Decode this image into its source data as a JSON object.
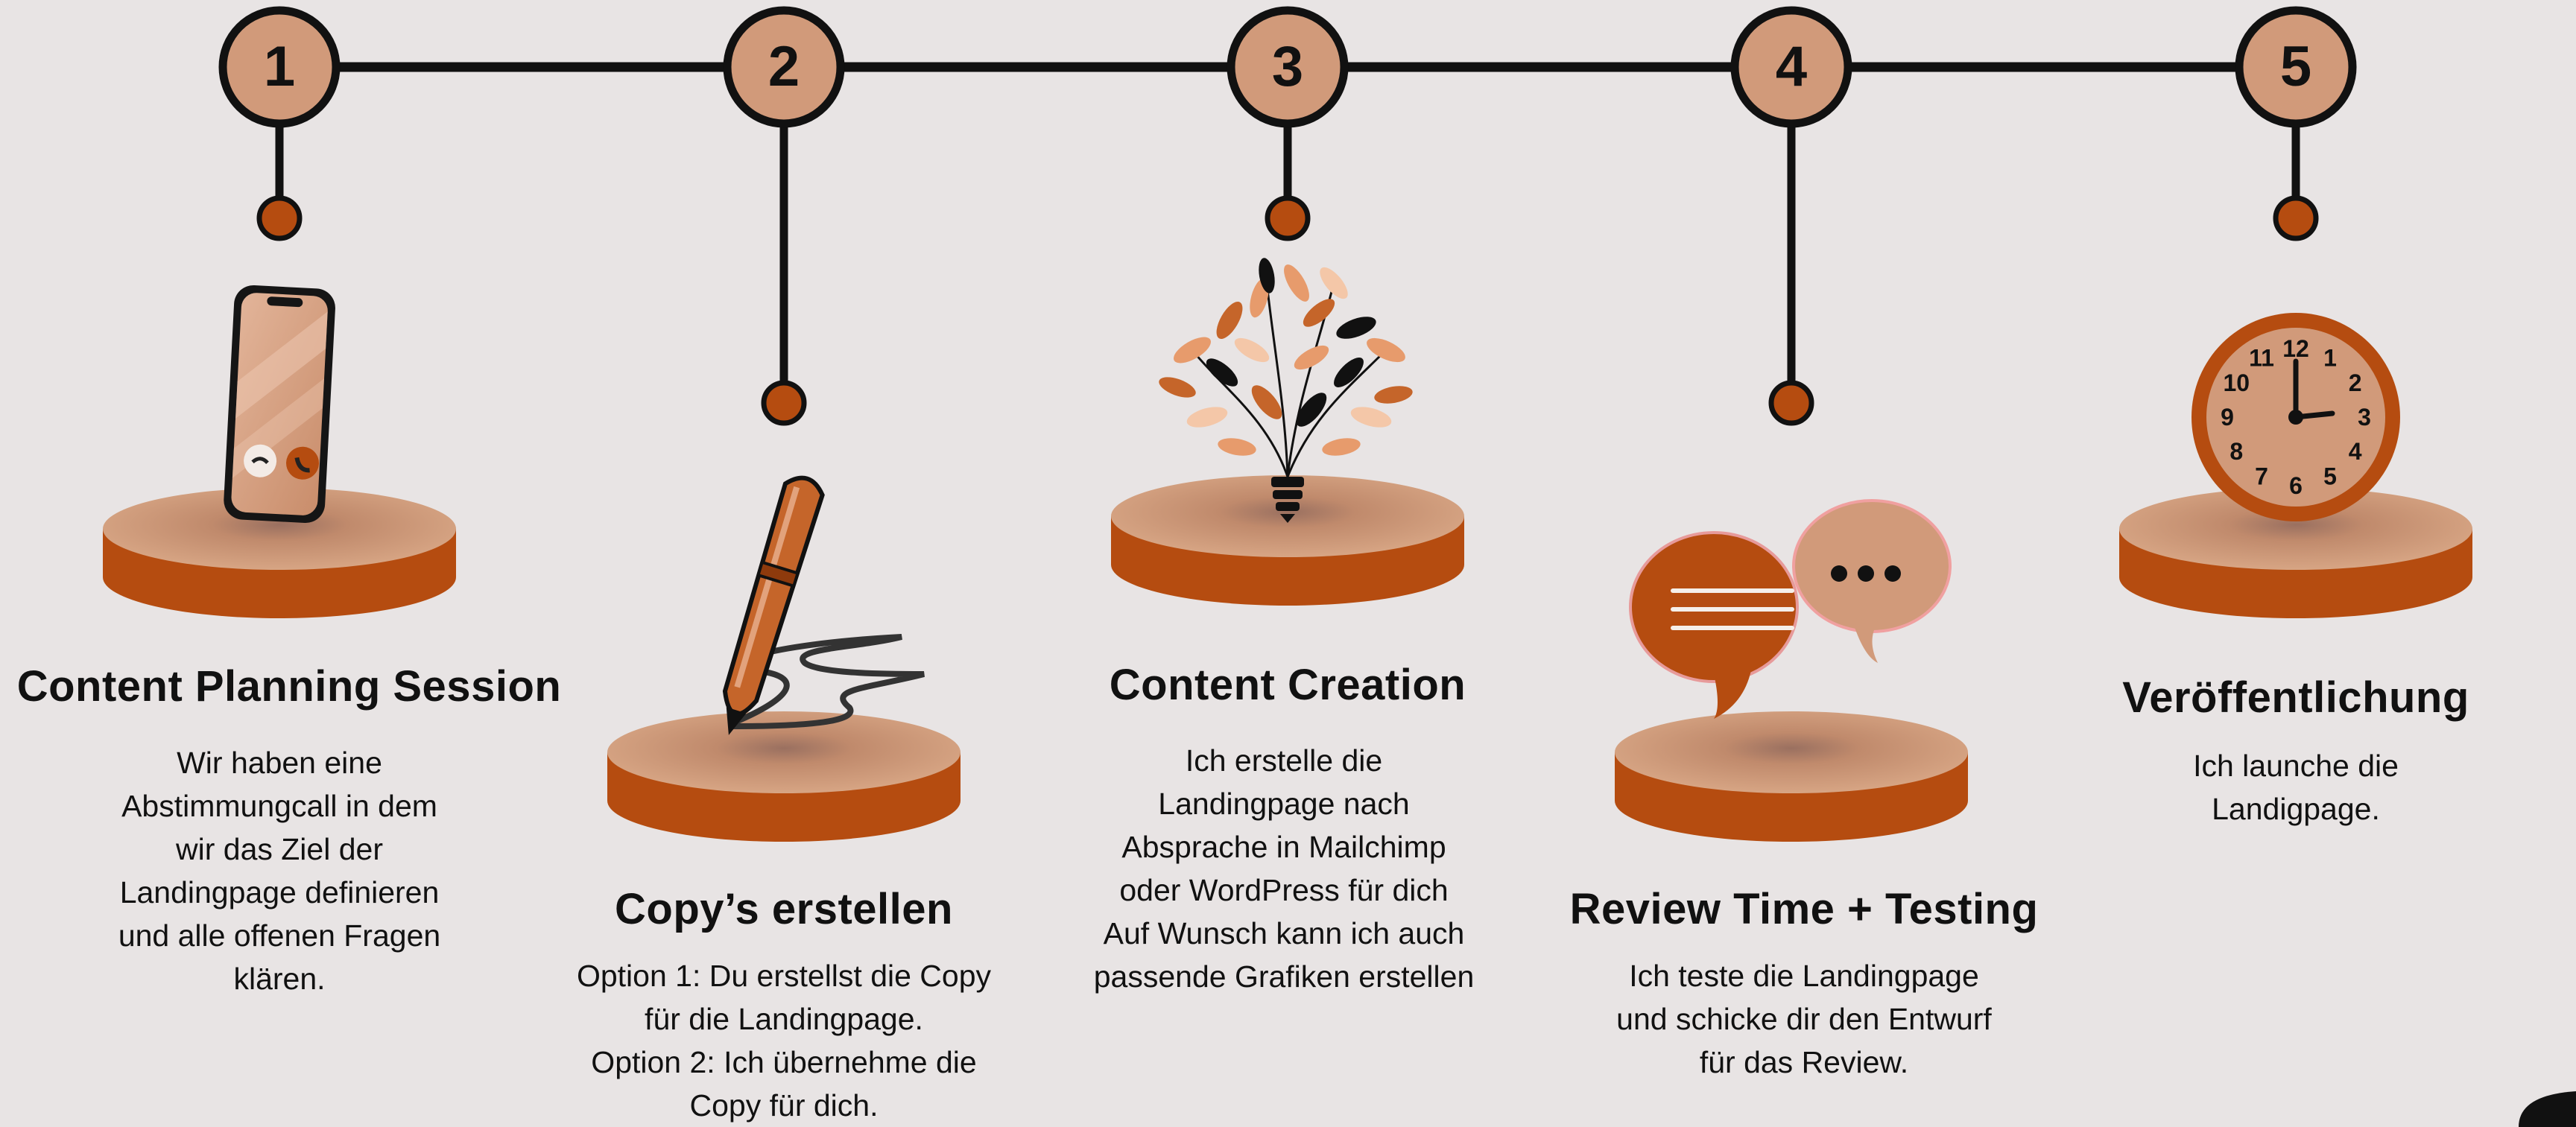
{
  "colors": {
    "background": "#e8e4e4",
    "circle_fill": "#d19a7a",
    "accent": "#b54c10",
    "pedestal_top": "#d4a07f",
    "line": "#111111"
  },
  "steps": [
    {
      "number": "1",
      "title": "Content Planning Session",
      "description": "Wir haben eine\nAbstimmungcall in dem\nwir das Ziel der\nLandingpage definieren\nund alle offenen Fragen\nklären.",
      "icon": "smartphone-icon"
    },
    {
      "number": "2",
      "title": "Copy’s erstellen",
      "description": "Option 1: Du erstellst die Copy\nfür die Landingpage.\nOption 2: Ich übernehme die\nCopy für dich.",
      "icon": "pen-icon"
    },
    {
      "number": "3",
      "title": "Content Creation",
      "description": "Ich erstelle die\nLandingpage nach\nAbsprache in Mailchimp\noder WordPress für dich\nAuf Wunsch kann ich auch\npassende Grafiken erstellen",
      "icon": "lightbulb-plant-icon"
    },
    {
      "number": "4",
      "title": "Review Time + Testing",
      "description": "Ich teste die Landingpage\nund schicke dir den Entwurf\nfür das Review.",
      "icon": "speech-bubbles-icon"
    },
    {
      "number": "5",
      "title": "Veröffentlichung",
      "description": "Ich launche die Landigpage.",
      "icon": "clock-icon"
    }
  ],
  "clock_numbers": [
    "12",
    "1",
    "2",
    "3",
    "4",
    "5",
    "6",
    "7",
    "8",
    "9",
    "10",
    "11"
  ]
}
